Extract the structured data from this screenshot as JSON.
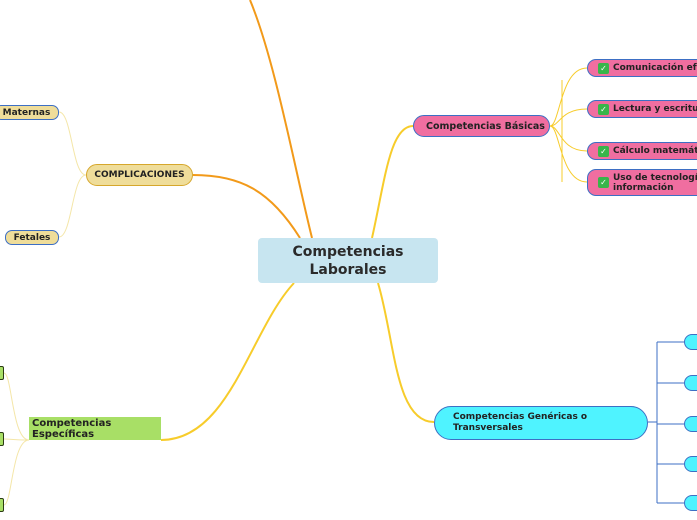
{
  "central": {
    "label_line1": "Competencias",
    "label_line2": "Laborales"
  },
  "basicas": {
    "label": "Competencias Básicas",
    "children": [
      {
        "label": "Comunicación ef",
        "checked": true
      },
      {
        "label": "Lectura y escritur",
        "checked": true
      },
      {
        "label": "Cálculo matemáti",
        "checked": true
      },
      {
        "label_line1": "Uso de tecnologí",
        "label_line2": "información",
        "checked": true
      }
    ]
  },
  "genericas": {
    "label_line1": "Competencias Genéricas o",
    "label_line2": "Transversales"
  },
  "complicaciones": {
    "label": "COMPLICACIONES",
    "children": [
      {
        "label": "Maternas"
      },
      {
        "label": "Fetales"
      }
    ]
  },
  "especificas": {
    "label": "Competencias Específicas"
  },
  "colors": {
    "central_bg": "#c7e5f0",
    "pink": "#f06ea0",
    "cyan": "#4ff3ff",
    "beige": "#efdd9a",
    "green": "#a8df66",
    "orange_branch": "#f29a1a",
    "yellow_branch": "#f7cc2b",
    "blue_branch": "#3d6fc4",
    "check_green": "#38b54a"
  },
  "icons": {
    "check": "check-icon"
  }
}
